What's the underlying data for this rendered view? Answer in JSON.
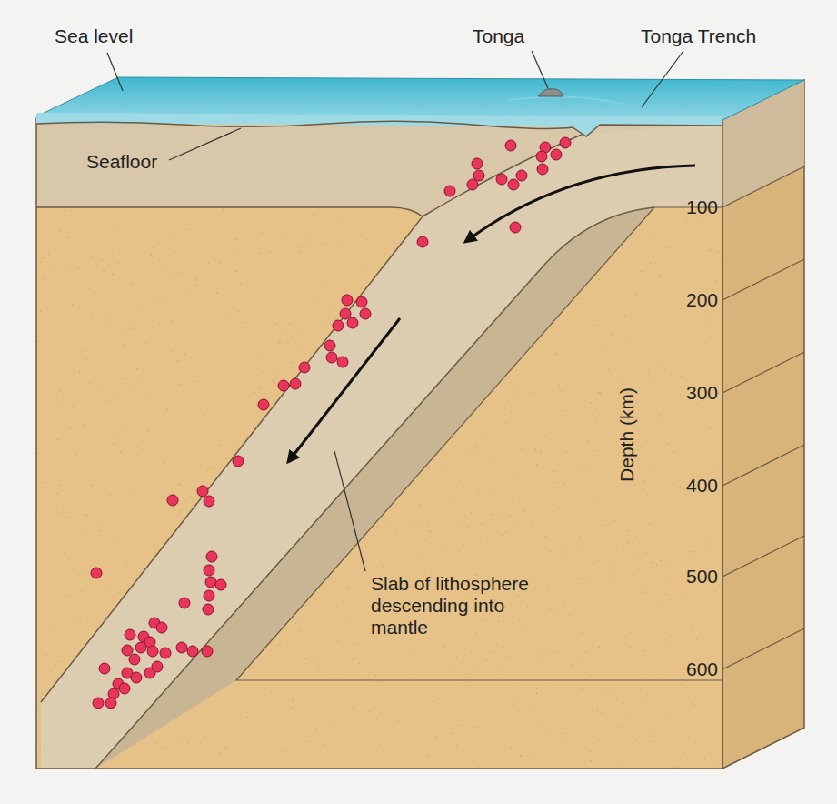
{
  "diagram": {
    "labels": [
      "Sea level",
      "Tonga",
      "Tonga Trench",
      "Seafloor",
      "100",
      "200",
      "300",
      "400",
      "500",
      "600",
      "Depth (km)",
      "Slab of lithosphere descending into mantle"
    ]
  }
}
